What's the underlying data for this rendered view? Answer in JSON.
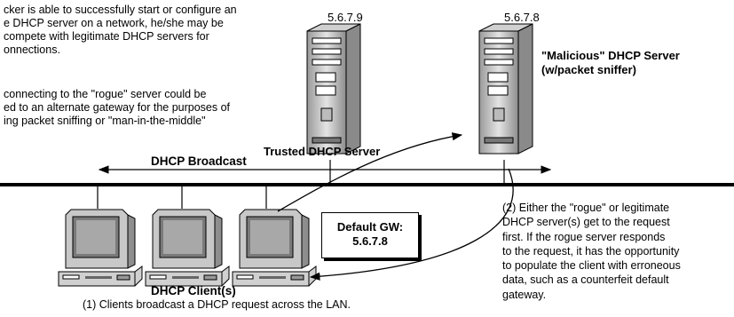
{
  "intro": {
    "para1": "cker is able to successfully start or configure an\ne DHCP server on a network, he/she may be\ncompete with legitimate DHCP servers for\nonnections.",
    "para2": "connecting to the \"rogue\" server could be\ned to an alternate gateway for the purposes of\ning packet sniffing or \"man-in-the-middle\""
  },
  "servers": {
    "trusted": {
      "ip": "5.6.7.9",
      "label": "Trusted DHCP Server"
    },
    "malicious": {
      "ip": "5.6.7.8",
      "label": "\"Malicious\" DHCP Server\n(w/packet sniffer)"
    }
  },
  "network": {
    "broadcast_label": "DHCP Broadcast"
  },
  "gateway_box": {
    "text": "Default GW:\n5.6.7.8"
  },
  "clients": {
    "label": "DHCP Client(s)",
    "caption": "(1) Clients broadcast a DHCP request across the LAN."
  },
  "note2": {
    "text": "(2) Either the \"rogue\" or legitimate\nDHCP server(s) get to the request\nfirst. If the rogue server responds\nto the request, it has the opportunity\nto populate the client with erroneous\ndata, such as a counterfeit default\ngateway."
  }
}
